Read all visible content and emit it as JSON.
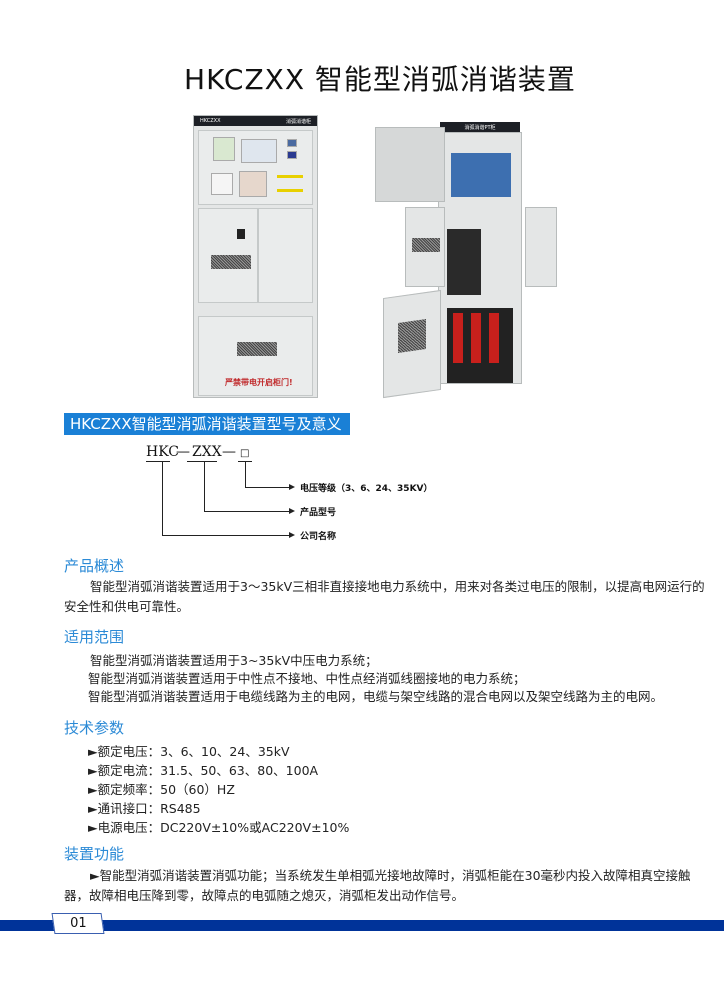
{
  "title": "HKCZXX 智能型消弧消谐装置",
  "cabinet_left": {
    "brand": "HKCZXX",
    "name": "消弧消谐柜",
    "warning": "严禁带电开启柜门!"
  },
  "cabinet_right": {
    "name": "消弧消谐PT柜"
  },
  "model_section": {
    "banner": "HKCZXX智能型消弧消谐装置型号及意义",
    "code_parts": [
      "HKC",
      "—",
      "ZXX",
      "—",
      "□"
    ],
    "labels": [
      "电压等级（3、6、24、35KV）",
      "产品型号",
      "公司名称"
    ]
  },
  "sections": [
    {
      "heading": "产品概述",
      "paragraph": "智能型消弧消谐装置适用于3～35kV三相非直接接地电力系统中，用来对各类过电压的限制，以提高电网运行的安全性和供电可靠性。"
    },
    {
      "heading": "适用范围",
      "lines": [
        "智能型消弧消谐装置适用于3~35kV中压电力系统；",
        "智能型消弧消谐装置适用于中性点不接地、中性点经消弧线圈接地的电力系统；",
        "智能型消弧消谐装置适用于电缆线路为主的电网，电缆与架空线路的混合电网以及架空线路为主的电网。"
      ]
    },
    {
      "heading": "技术参数",
      "items": [
        "►额定电压：3、6、10、24、35kV",
        "►额定电流：31.5、50、63、80、100A",
        "►额定频率：50（60）HZ",
        "►通讯接口：RS485",
        "►电源电压：DC220V±10%或AC220V±10%"
      ]
    },
    {
      "heading": "装置功能",
      "paragraph": "►智能型消弧消谐装置消弧功能；当系统发生单相弧光接地故障时，消弧柜能在30毫秒内投入故障相真空接触器，故障相电压降到零，故障点的电弧随之熄灭，消弧柜发出动作信号。"
    }
  ],
  "page_number": "01",
  "colors": {
    "accent": "#1a80d6",
    "heading": "#2b8ad6",
    "footer": "#003399"
  }
}
